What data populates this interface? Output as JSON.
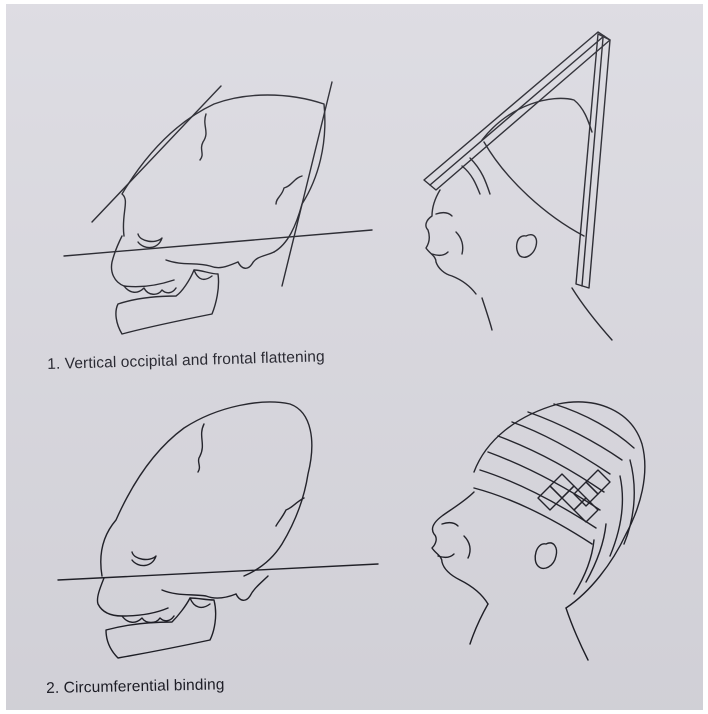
{
  "figure": {
    "panels": [
      {
        "id": 1,
        "caption": "1. Vertical occipital and frontal flattening"
      },
      {
        "id": 2,
        "caption": "2. Circumferential binding"
      }
    ]
  }
}
